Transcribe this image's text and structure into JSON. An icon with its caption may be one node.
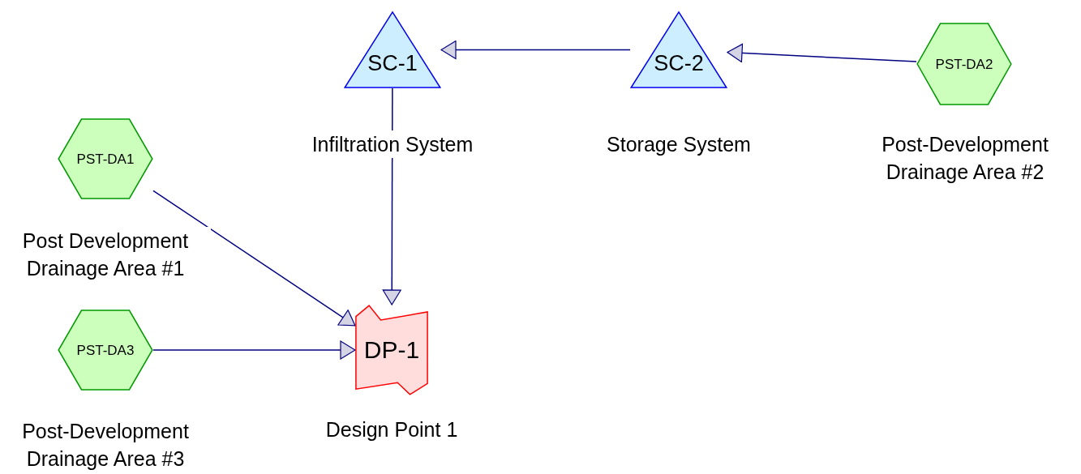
{
  "diagram": {
    "nodes": [
      {
        "text": [
          "PST-DA1"
        ],
        "beside": [
          "Post Development Drainage Area #1"
        ]
      },
      {
        "text": [
          "PST-DA3"
        ],
        "beside": [
          "Post-Development Drainage Area #3"
        ]
      },
      {
        "text": [
          "SC-1"
        ],
        "beside": [
          "Infiltration System"
        ]
      },
      {
        "text": [
          "SC-2"
        ],
        "beside": [
          "Storage System"
        ]
      },
      {
        "text": [
          "PST-DA2"
        ],
        "beside": [
          "Post-Development Drainage Area #2"
        ]
      },
      {
        "text": [
          "DP-1"
        ],
        "beside": [
          "Design Point 1"
        ]
      }
    ],
    "edges": [
      {
        "from": 4,
        "to": 3,
        "arrow": "to"
      },
      {
        "from": 3,
        "to": 2,
        "arrow": "to"
      },
      {
        "from": 2,
        "to": 5,
        "arrow": "to"
      },
      {
        "from": 0,
        "to": 5,
        "arrow": "to"
      },
      {
        "from": 1,
        "to": 5,
        "arrow": "to"
      }
    ]
  }
}
